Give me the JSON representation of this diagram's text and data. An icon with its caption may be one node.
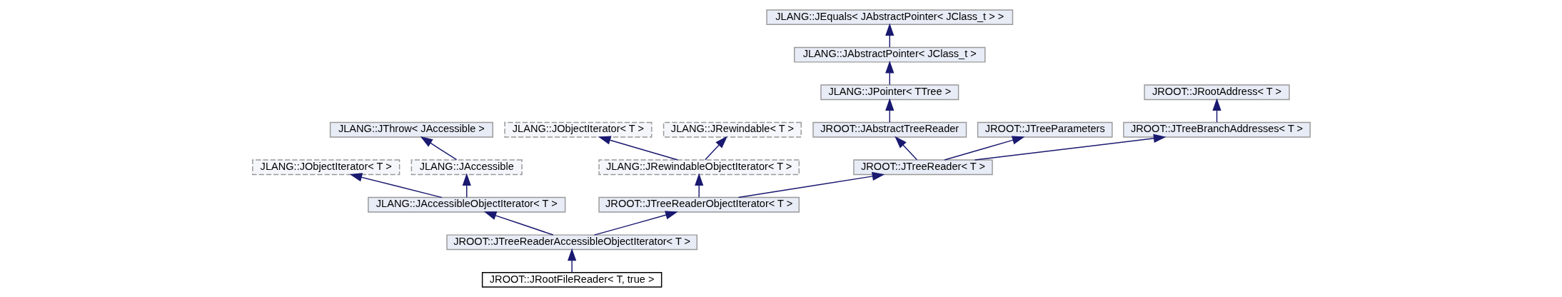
{
  "diagram": {
    "nodes": [
      {
        "text": [
          "JLANG::JEquals< JAbstractPointer< JClass_t > >"
        ]
      },
      {
        "text": [
          "JLANG::JAbstractPointer< JClass_t >"
        ]
      },
      {
        "text": [
          "JROOT::JRootAddress< T >"
        ]
      },
      {
        "text": [
          "JLANG::JPointer< TTree >"
        ]
      },
      {
        "text": [
          "JLANG::JThrow< JAccessible >"
        ]
      },
      {
        "text": [
          "JLANG::JObjectIterator< T >"
        ]
      },
      {
        "text": [
          "JLANG::JRewindable< T >"
        ]
      },
      {
        "text": [
          "JROOT::JAbstractTreeReader"
        ]
      },
      {
        "text": [
          "JROOT::JTreeParameters"
        ]
      },
      {
        "text": [
          "JROOT::JTreeBranchAddresses< T >"
        ]
      },
      {
        "text": [
          "JLANG::JObjectIterator< T >"
        ]
      },
      {
        "text": [
          "JLANG::JAccessible"
        ]
      },
      {
        "text": [
          "JLANG::JRewindableObjectIterator< T >"
        ]
      },
      {
        "text": [
          "JROOT::JTreeReader< T >"
        ]
      },
      {
        "text": [
          "JLANG::JAccessibleObjectIterator< T >"
        ]
      },
      {
        "text": [
          "JROOT::JTreeReaderObjectIterator< T >"
        ]
      },
      {
        "text": [
          "JROOT::JTreeReaderAccessibleObjectIterator< T >"
        ]
      },
      {
        "text": [
          "JROOT::JRootFileReader< T, true >"
        ]
      }
    ],
    "edges": [
      {
        "from": 1,
        "to": 0,
        "arrow": "to"
      },
      {
        "from": 3,
        "to": 1,
        "arrow": "to"
      },
      {
        "from": 7,
        "to": 3,
        "arrow": "to"
      },
      {
        "from": 9,
        "to": 2,
        "arrow": "to"
      },
      {
        "from": 11,
        "to": 4,
        "arrow": "to"
      },
      {
        "from": 12,
        "to": 5,
        "arrow": "to"
      },
      {
        "from": 12,
        "to": 6,
        "arrow": "to"
      },
      {
        "from": 13,
        "to": 7,
        "arrow": "to"
      },
      {
        "from": 13,
        "to": 8,
        "arrow": "to"
      },
      {
        "from": 13,
        "to": 9,
        "arrow": "to"
      },
      {
        "from": 14,
        "to": 10,
        "arrow": "to"
      },
      {
        "from": 14,
        "to": 11,
        "arrow": "to"
      },
      {
        "from": 15,
        "to": 12,
        "arrow": "to"
      },
      {
        "from": 15,
        "to": 13,
        "arrow": "to"
      },
      {
        "from": 16,
        "to": 14,
        "arrow": "to"
      },
      {
        "from": 16,
        "to": 15,
        "arrow": "to"
      },
      {
        "from": 17,
        "to": 16,
        "arrow": "to"
      }
    ]
  }
}
